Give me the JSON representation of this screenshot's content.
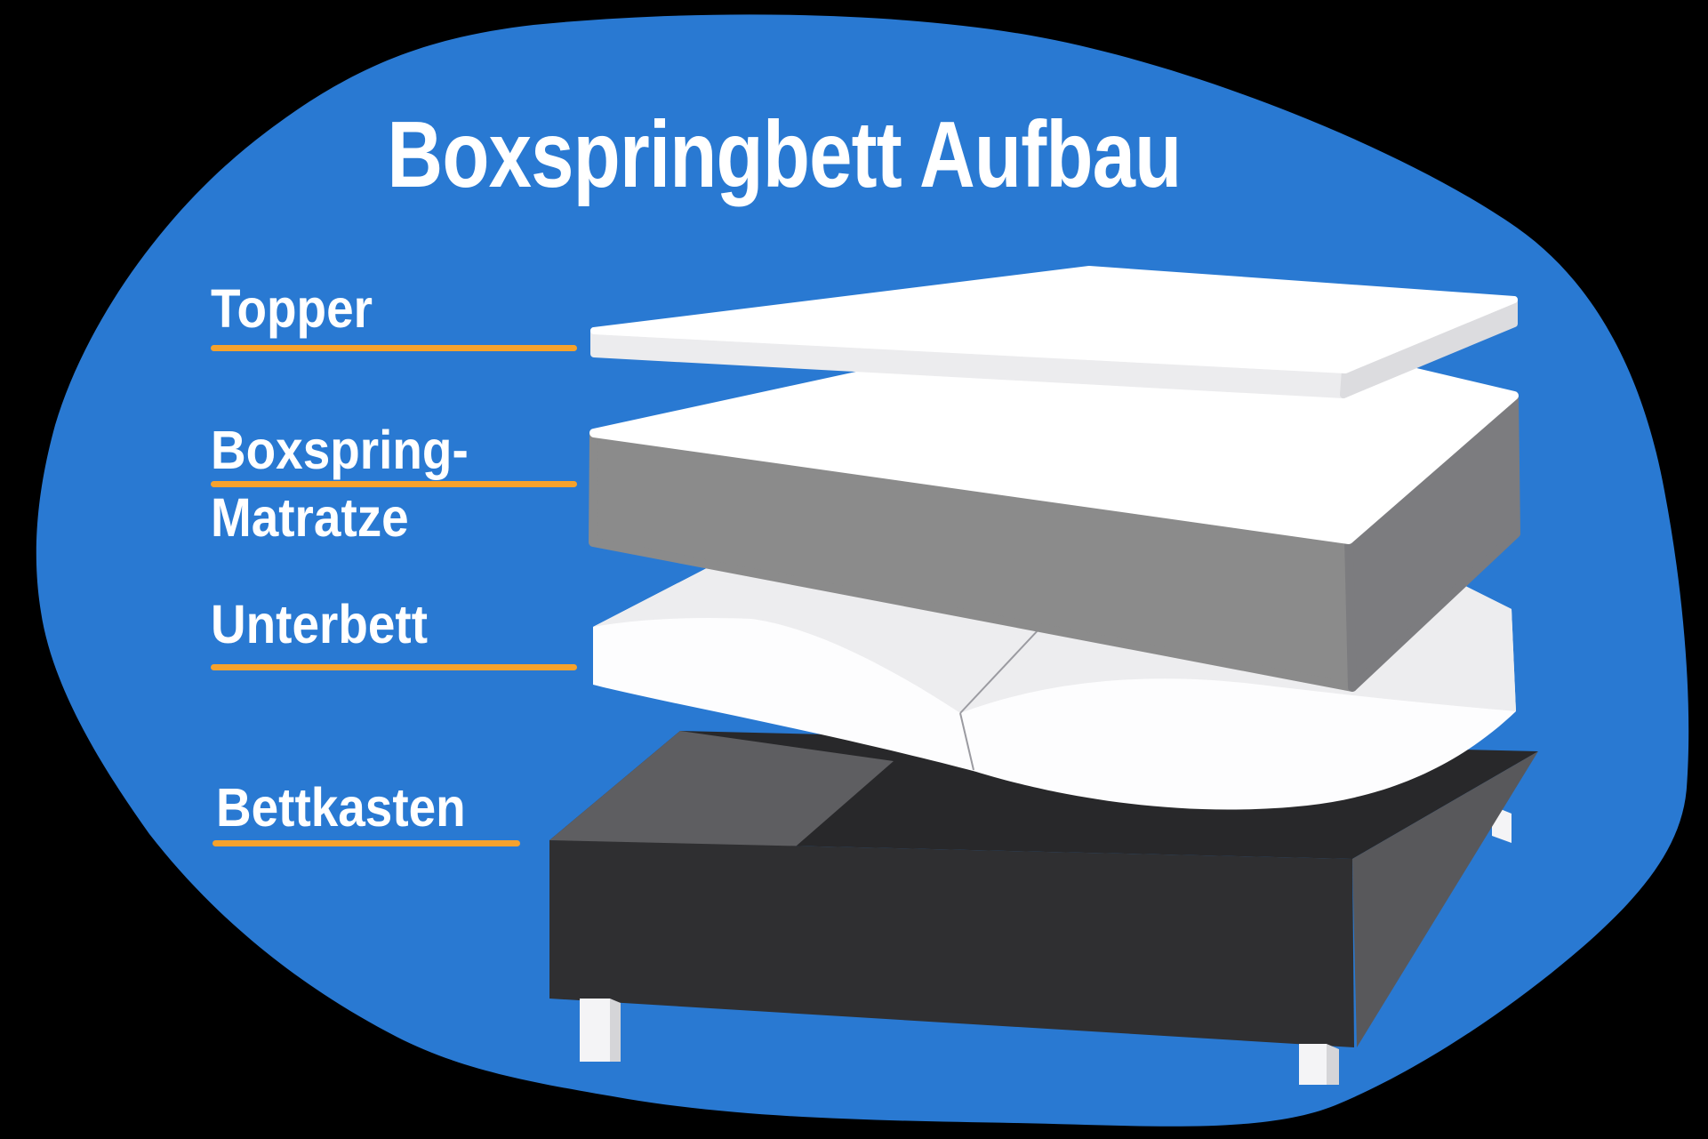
{
  "title": "Boxspringbett Aufbau",
  "layers": [
    {
      "id": "topper",
      "label": "Topper"
    },
    {
      "id": "boxspring",
      "label": "Boxspring-\nMatratze"
    },
    {
      "id": "unterbett",
      "label": "Unterbett"
    },
    {
      "id": "bettkasten",
      "label": "Bettkasten"
    }
  ],
  "colors": {
    "background": "#000000",
    "blob": "#2979D2",
    "accent_underline": "#F6A22C",
    "text": "#FFFFFF",
    "topper_top": "#FFFFFF",
    "topper_edge_front": "#ECECEE",
    "topper_edge_right": "#DCDCDF",
    "mattress_top": "#FFFFFF",
    "mattress_side_front": "#8B8B8B",
    "mattress_side_right": "#7C7C7F",
    "unterbett_front": "#FDFDFE",
    "unterbett_top": "#EDEDEF",
    "unterbett_seam": "#9B9BA1",
    "bettkasten_top": "#28282A",
    "bettkasten_top_highlight": "#5E5E61",
    "bettkasten_front": "#2F2F31",
    "bettkasten_side": "#58585B",
    "leg_front": "#F4F4F6",
    "leg_side": "#D5D5D8"
  }
}
